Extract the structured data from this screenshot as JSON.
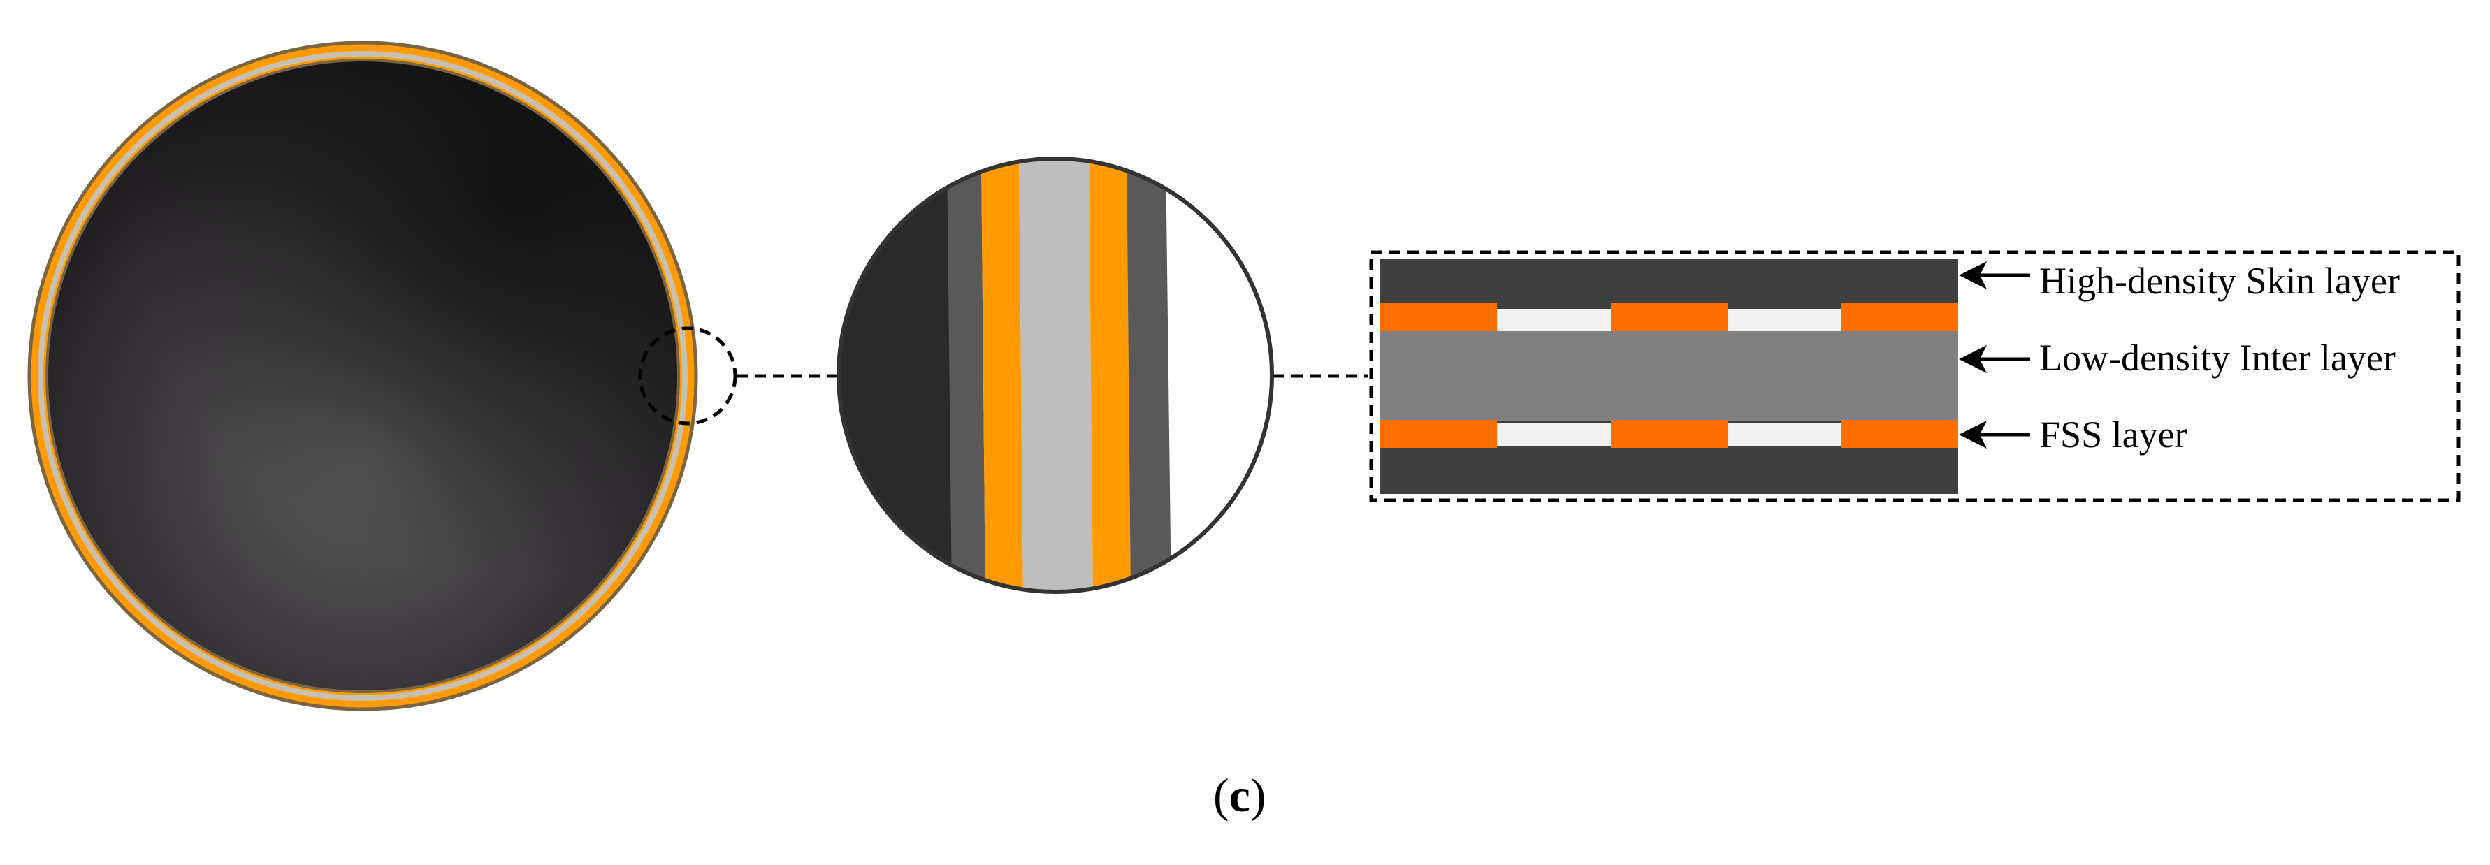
{
  "caption": {
    "open": "(",
    "letter": "c",
    "close": ")"
  },
  "layers": [
    {
      "id": "skin",
      "label": "High-density Skin layer"
    },
    {
      "id": "inter",
      "label": "Low-density Inter layer"
    },
    {
      "id": "fss",
      "label": "FSS layer"
    }
  ],
  "colors": {
    "skin": "#3f3f3f",
    "inter": "#808080",
    "fss_patch": "#ff6e00",
    "fss_gap": "#f2f2f2",
    "orange_ring": "#ff9a00",
    "ring_outline": "#7a6540",
    "light_gray": "#bebebe",
    "dark_band": "#595959",
    "inner_dark": "#2a2a2a"
  }
}
